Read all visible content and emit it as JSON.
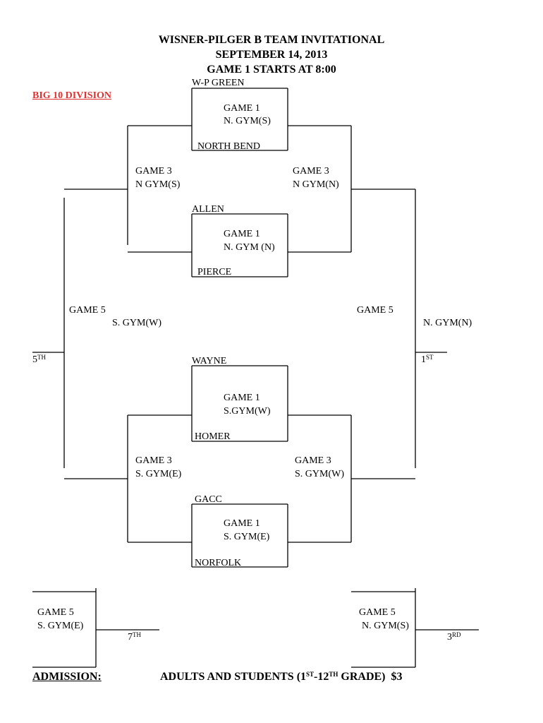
{
  "header": {
    "line1": "WISNER-PILGER B TEAM INVITATIONAL",
    "line2": "SEPTEMBER 14, 2013",
    "line3": "GAME 1 STARTS AT 8:00"
  },
  "division": "BIG 10 DIVISION",
  "teams": {
    "t1": "W-P GREEN",
    "t2": "NORTH BEND",
    "t3": "ALLEN",
    "t4": "PIERCE",
    "t5": "WAYNE",
    "t6": "HOMER",
    "t7": "GACC",
    "t8": "NORFOLK"
  },
  "games": {
    "g1a": {
      "label": "GAME 1",
      "gym": "N. GYM(S)"
    },
    "g1b": {
      "label": "GAME 1",
      "gym": "N. GYM (N)"
    },
    "g1c": {
      "label": "GAME 1",
      "gym": "S.GYM(W)"
    },
    "g1d": {
      "label": "GAME 1",
      "gym": "S. GYM(E)"
    },
    "g3_top_left": {
      "label": "GAME 3",
      "gym": "N GYM(S)"
    },
    "g3_top_right": {
      "label": "GAME 3",
      "gym": "N GYM(N)"
    },
    "g3_bot_left": {
      "label": "GAME 3",
      "gym": "S. GYM(E)"
    },
    "g3_bot_right": {
      "label": "GAME 3",
      "gym": "S. GYM(W)"
    },
    "g5_left": {
      "label": "GAME 5",
      "gym": "S. GYM(W)"
    },
    "g5_right": {
      "label": "GAME 5",
      "gym": "N. GYM(N)"
    },
    "g5_7th": {
      "label": "GAME 5",
      "gym": "S. GYM(E)"
    },
    "g5_3rd": {
      "label": "GAME 5",
      "gym": "N. GYM(S)"
    }
  },
  "places": {
    "fifth": {
      "num": "5",
      "sup": "TH"
    },
    "first": {
      "num": "1",
      "sup": "ST"
    },
    "seventh": {
      "num": "7",
      "sup": "TH"
    },
    "third": {
      "num": "3",
      "sup": "RD"
    }
  },
  "admission": {
    "label": "ADMISSION:",
    "text_a": "ADULTS AND STUDENTS (1",
    "sup_a": "ST",
    "text_b": "-12",
    "sup_b": "TH",
    "text_c": " GRADE)  $3"
  }
}
